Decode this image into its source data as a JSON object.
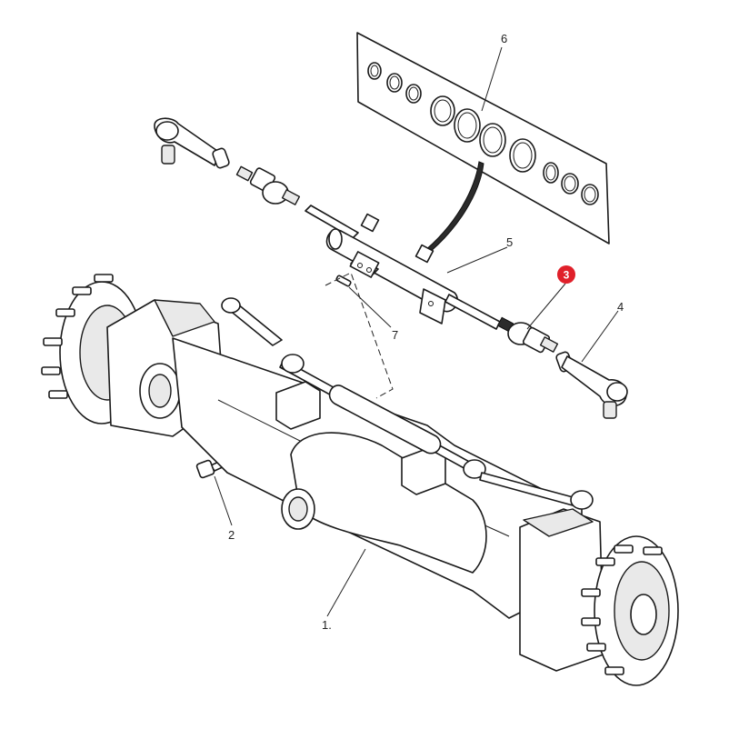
{
  "labels": {
    "p1": "1.",
    "p2": "2",
    "p3": "3",
    "p4": "4",
    "p5": "5",
    "p6": "6",
    "p7": "7"
  },
  "highlight": {
    "color": "#e0202a"
  }
}
